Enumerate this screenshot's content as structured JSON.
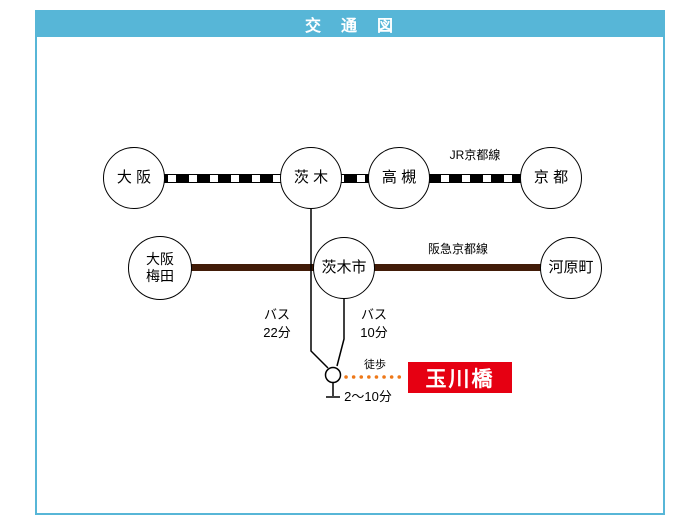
{
  "title": "交　通　図",
  "jr_line": {
    "label": "JR京都線",
    "stations": [
      {
        "name": "大 阪"
      },
      {
        "name": "茨 木"
      },
      {
        "name": "高 槻"
      },
      {
        "name": "京 都"
      }
    ]
  },
  "hankyu_line": {
    "label": "阪急京都線",
    "stations": [
      {
        "name": "大阪\n梅田"
      },
      {
        "name": "茨木市"
      },
      {
        "name": "河原町"
      }
    ]
  },
  "bus_routes": [
    {
      "label": "バス\n22分"
    },
    {
      "label": "バス\n10分"
    }
  ],
  "walk": {
    "label": "徒歩",
    "duration": "2〜10分"
  },
  "destination": {
    "name": "玉川橋"
  },
  "colors": {
    "header_blue": "#57b6d7",
    "jr_black": "#000000",
    "hankyu_brown": "#421c08",
    "walk_orange": "#ee7818",
    "destination_red": "#e60012"
  }
}
